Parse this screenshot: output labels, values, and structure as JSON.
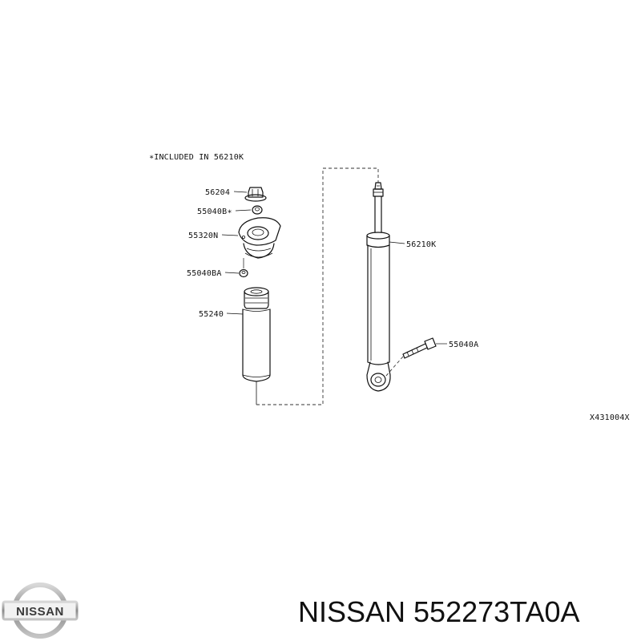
{
  "note": "∗INCLUDED IN 56210K",
  "callouts": {
    "p56204": "56204",
    "p55040B": "55040B∗",
    "p55320N": "55320N",
    "p55040BA": "55040BA",
    "p55240": "55240",
    "p56210K": "56210K",
    "p55040A": "55040A"
  },
  "diagram_code": "X431004X",
  "caption": "NISSAN 552273TA0A",
  "logo_text": "NISSAN",
  "icons": {
    "logo": "nissan-logo-icon"
  }
}
